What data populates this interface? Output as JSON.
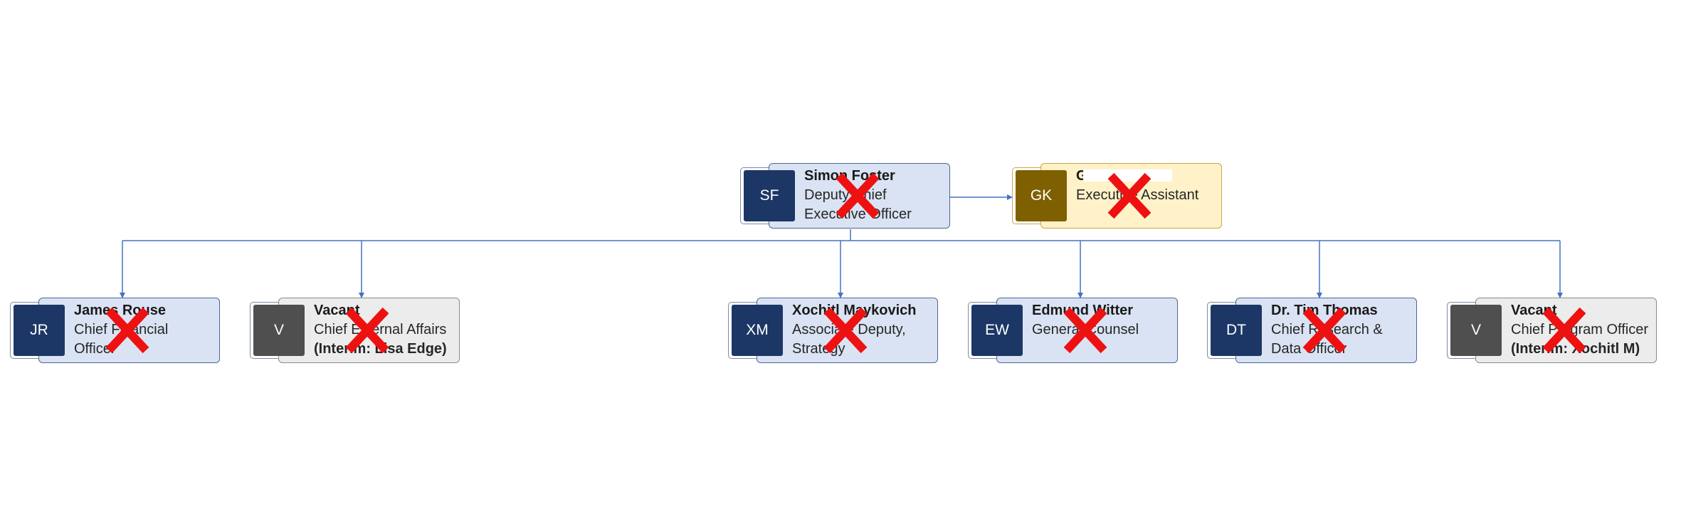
{
  "colors": {
    "connector": "#4472c4",
    "blue_card": "#dae3f3",
    "blue_avatar": "#1c3766",
    "gray_card": "#ececec",
    "gray_avatar": "#4f4f4f",
    "gold_card": "#fff1c8",
    "gold_avatar": "#7f6000",
    "x_mark": "#ee1111"
  },
  "top": {
    "initials": "SF",
    "name": "Simon Foster",
    "title_lines": [
      "Deputy Chief",
      "Executive Officer"
    ]
  },
  "assistant": {
    "initials": "GK",
    "name": "G",
    "title_lines": [
      "Executive Assistant"
    ]
  },
  "reports": [
    {
      "initials": "JR",
      "name": "James Rouse",
      "title_lines": [
        "Chief Financial",
        "Officer"
      ]
    },
    {
      "initials": "V",
      "name": "Vacant",
      "title_lines": [
        "Chief External Affairs",
        "(Interim: Lisa Edge)"
      ]
    },
    {
      "initials": "XM",
      "name": "Xochitl Maykovich",
      "title_lines": [
        "Associate Deputy,",
        "Strategy"
      ]
    },
    {
      "initials": "EW",
      "name": "Edmund Witter",
      "title_lines": [
        "General Counsel"
      ]
    },
    {
      "initials": "DT",
      "name": "Dr. Tim Thomas",
      "title_lines": [
        "Chief Research &",
        "Data Officer"
      ]
    },
    {
      "initials": "V",
      "name": "Vacant",
      "title_lines": [
        "Chief Program Officer",
        "(Interim: Xochitl M)"
      ]
    }
  ]
}
